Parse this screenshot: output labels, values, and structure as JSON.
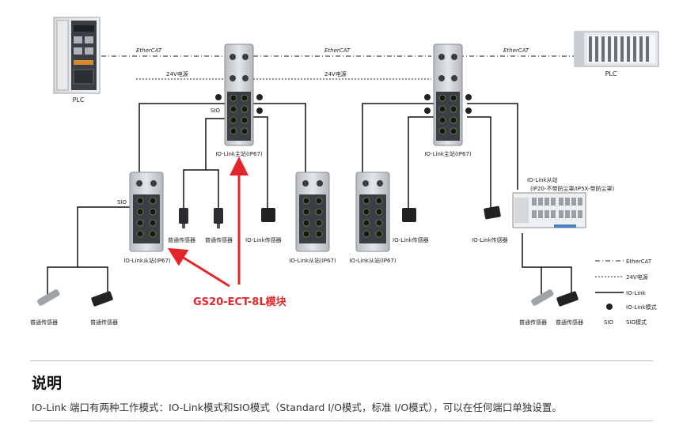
{
  "labels": {
    "plc_left": "PLC",
    "plc_right": "PLC",
    "ethercat_1": "EtherCAT",
    "ethercat_2": "EtherCAT",
    "ethercat_3": "EtherCAT",
    "power_1": "24V电源",
    "power_2": "24V电源",
    "sio_master": "SIO",
    "sio_slave": "SIO",
    "master_1": "IO-Link主站(IP67)",
    "master_2": "IO-Link主站(IP67)",
    "slave_1": "IO-Link从站(IP67)",
    "slave_2": "IO-Link从站(IP67)",
    "slave_3": "IO-Link从站(IP67)",
    "slave_ip20_line1": "IO-Link从站",
    "slave_ip20_line2": "(IP20-不带防尘罩/IP5X-带防尘罩)",
    "sensor_std_1": "普通传感器",
    "sensor_std_2": "普通传感器",
    "sensor_std_3": "普通传感器",
    "sensor_std_4": "普通传感器",
    "sensor_std_5": "普通传感器",
    "sensor_std_6": "普通传感器",
    "sensor_iol_1": "IO-Link传感器",
    "sensor_iol_2": "IO-Link传感器",
    "sensor_iol_3": "IO-Link传感器",
    "callout": "GS20-ECT-8L模块"
  },
  "legend": {
    "ethercat": "EtherCAT",
    "power": "24V电源",
    "iolink": "IO-Link",
    "iolink_mode": "IO-Link模式",
    "sio_symbol": "SIO",
    "sio_mode": "SIO模式"
  },
  "colors": {
    "accent_red": "#e3262b",
    "line": "#111111",
    "module_body": "#cfd2d6"
  },
  "section": {
    "title": "说明",
    "description": "IO-Link 端口有两种工作模式：IO-Link模式和SIO模式（Standard I/O模式，标准 I/O模式），可以在任何端口单独设置。"
  }
}
